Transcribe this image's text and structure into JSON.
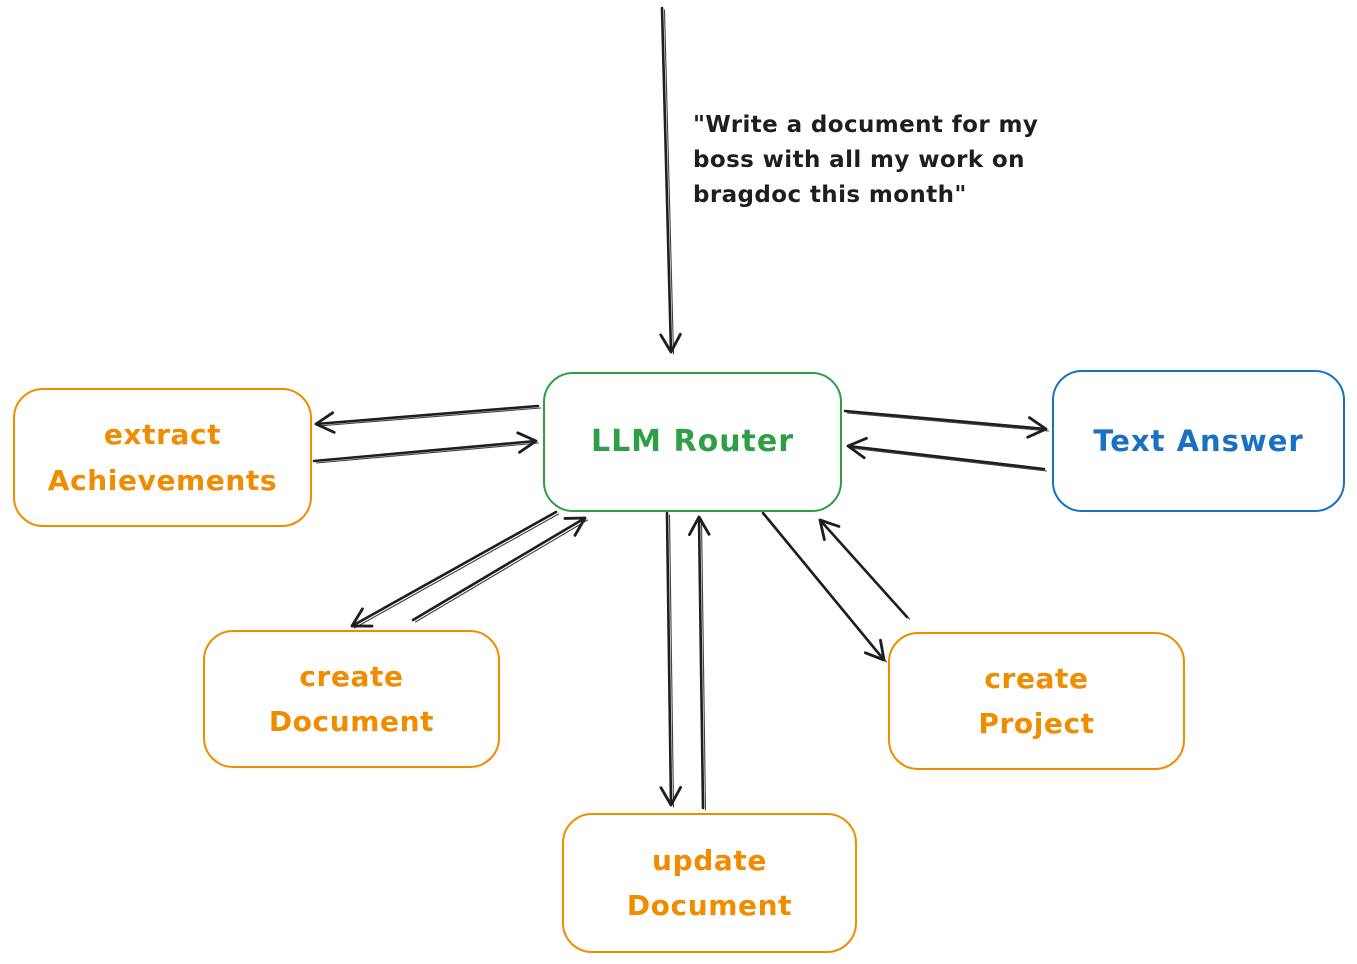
{
  "colors": {
    "ink": "#1e1e1e",
    "green": "#2f9e44",
    "orange": "#f08c00",
    "blue": "#1971c2",
    "bg": "#ffffff"
  },
  "annotation": {
    "lines": [
      "\"Write a document for my",
      "boss with all my work on",
      "bragdoc this month\""
    ]
  },
  "nodes": {
    "llm_router": {
      "label": "LLM Router",
      "color": "#2f9e44"
    },
    "extract_achievements": {
      "lines": [
        "extract",
        "Achievements"
      ],
      "color": "#f08c00"
    },
    "text_answer": {
      "label": "Text Answer",
      "color": "#1971c2"
    },
    "create_document": {
      "lines": [
        "create",
        "Document"
      ],
      "color": "#f08c00"
    },
    "update_document": {
      "lines": [
        "update",
        "Document"
      ],
      "color": "#f08c00"
    },
    "create_project": {
      "lines": [
        "create",
        "Project"
      ],
      "color": "#f08c00"
    }
  },
  "edges": [
    {
      "from": "user_query",
      "to": "llm_router"
    },
    {
      "from": "llm_router",
      "to": "extract_achievements"
    },
    {
      "from": "extract_achievements",
      "to": "llm_router"
    },
    {
      "from": "llm_router",
      "to": "text_answer"
    },
    {
      "from": "text_answer",
      "to": "llm_router"
    },
    {
      "from": "llm_router",
      "to": "create_document"
    },
    {
      "from": "create_document",
      "to": "llm_router"
    },
    {
      "from": "llm_router",
      "to": "update_document"
    },
    {
      "from": "update_document",
      "to": "llm_router"
    },
    {
      "from": "llm_router",
      "to": "create_project"
    },
    {
      "from": "create_project",
      "to": "llm_router"
    }
  ]
}
